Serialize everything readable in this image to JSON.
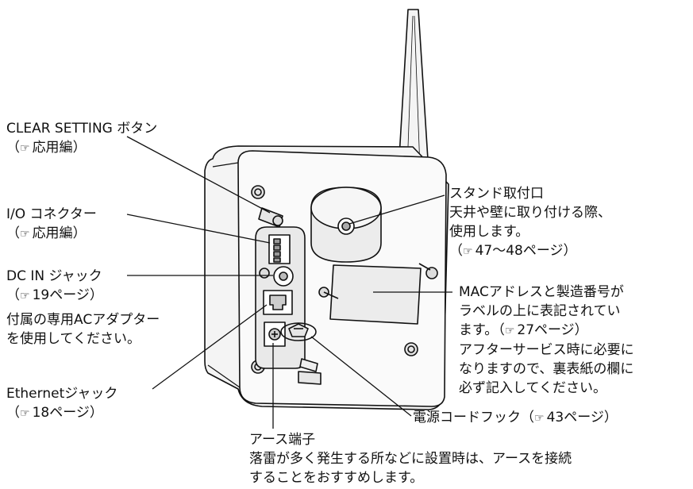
{
  "callouts": {
    "clear_setting": {
      "title": "CLEAR SETTING ボタン",
      "ref": "応用編"
    },
    "io_connector": {
      "title": "I/O コネクター",
      "ref": "応用編"
    },
    "dc_in": {
      "title": "DC IN ジャック",
      "ref": "19ページ",
      "note_1": "付属の専用ACアダプター",
      "note_2": "を使用してください。"
    },
    "ethernet": {
      "title": "Ethernetジャック",
      "ref": "18ページ"
    },
    "earth": {
      "title": "アース端子",
      "note_1": "落雷が多く発生する所などに設置時は、アースを接続",
      "note_2": "することをおすすめします。"
    },
    "stand": {
      "title": "スタンド取付口",
      "note_1": "天井や壁に取り付ける際、",
      "note_2": "使用します。",
      "ref": "47〜48ページ"
    },
    "mac_label": {
      "line_1": "MACアドレスと製造番号が",
      "line_2": "ラベルの上に表記されてい",
      "line_3_prefix": "ます。",
      "ref": "27ページ",
      "line_4": "アフターサービス時に必要に",
      "line_5": "なりますので、裏表紙の欄に",
      "line_6": "必ず記入してください。"
    },
    "power_hook": {
      "title": "電源コードフック",
      "ref": "43ページ"
    }
  },
  "colors": {
    "line": "#111111",
    "body_fill": "#f4f4f4",
    "shade": "#d8d8d8"
  }
}
